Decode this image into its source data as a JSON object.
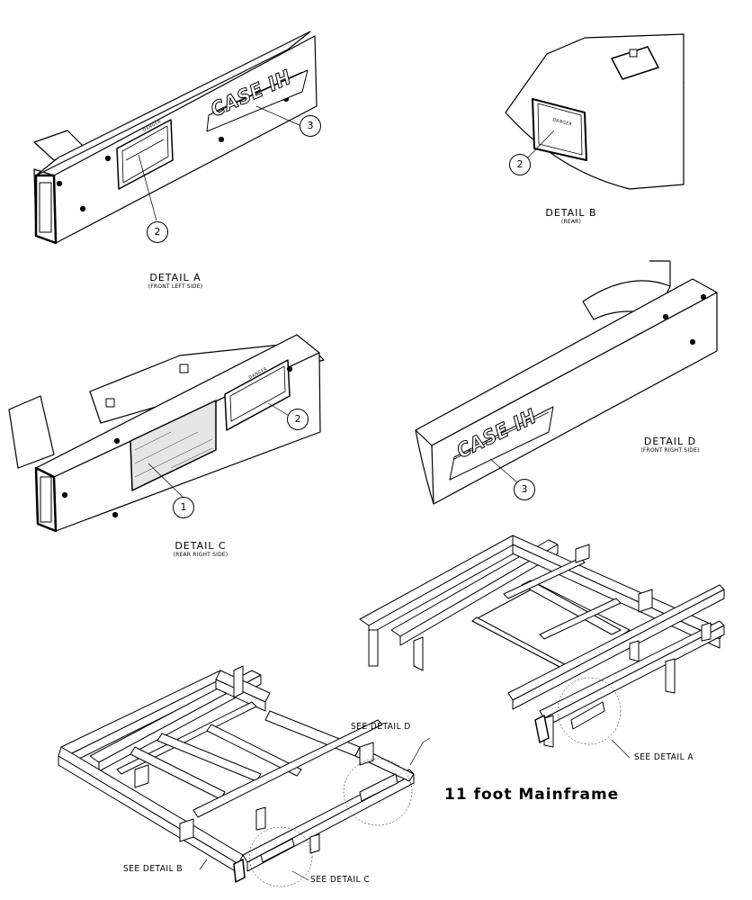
{
  "title": "11 foot Mainframe",
  "brand_logo": "CASE IH",
  "decal_text": "DANGER",
  "details": {
    "a": {
      "title": "DETAIL  A",
      "subtitle": "(FRONT LEFT SIDE)"
    },
    "b": {
      "title": "DETAIL  B",
      "subtitle": "(REAR)"
    },
    "c": {
      "title": "DETAIL  C",
      "subtitle": "(REAR RIGHT SIDE)"
    },
    "d": {
      "title": "DETAIL  D",
      "subtitle": "(FRONT RIGHT SIDE)"
    }
  },
  "callouts": {
    "a": "SEE DETAIL  A",
    "b": "SEE DETAIL  B",
    "c": "SEE DETAIL  C",
    "d": "SEE DETAIL  D"
  },
  "item_numbers": {
    "a_decal": "2",
    "a_logo": "3",
    "b_decal": "2",
    "c_reflector": "1",
    "c_decal": "2",
    "d_logo": "3"
  }
}
